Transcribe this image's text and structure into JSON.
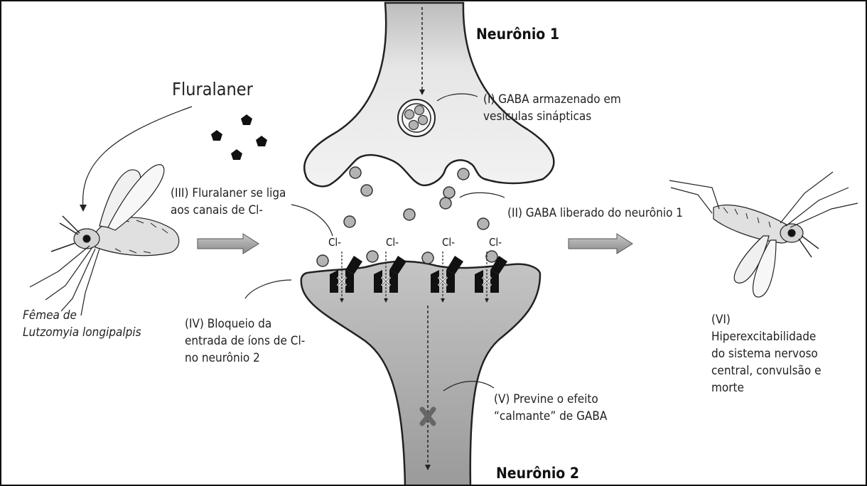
{
  "neuron1": "Neurônio 1",
  "neuron2": "Neurônio 2",
  "drug": "Fluralaner",
  "species": "Fêmea de\nLutzomyia longipalpis",
  "steps": {
    "i": "(I) GABA armazenado em\nvesículas sinápticas",
    "ii": "(II) GABA liberado do neurônio 1",
    "iii": "(III) Fluralaner se liga\naos canais de Cl-",
    "iv": "(IV) Bloqueio da\nentrada de íons de Cl-\nno neurônio 2",
    "v": "(V) Previne o efeito\n“calmante” de GABA",
    "vi": "(VI)\nHiperexcitabilidade\ndo sistema nervoso\ncentral, convulsão e\nmorte"
  },
  "channel_ion": "Cl-",
  "colors": {
    "neuron1_fill": "#e8e8e8",
    "neuron2_fill": "#a9a9a9",
    "vesicle": "#b3b3b3",
    "channel": "#111111",
    "arrow": "#a0a0a0",
    "outline": "#222222"
  }
}
